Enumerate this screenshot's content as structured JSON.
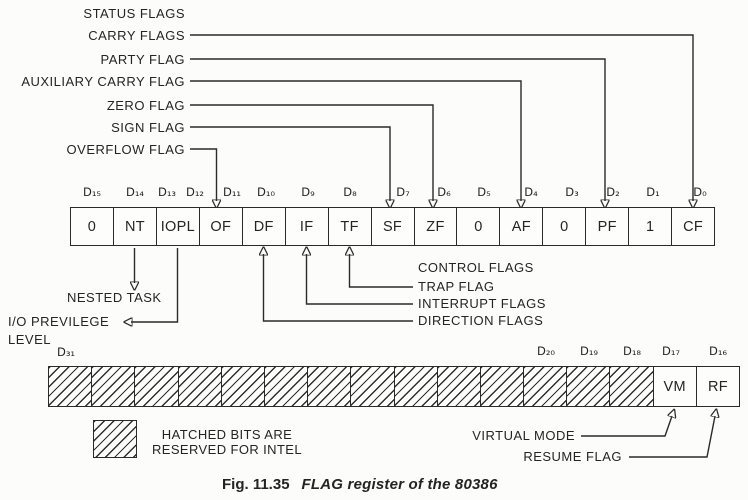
{
  "figure": {
    "fig_label": "Fig. 11.35",
    "fig_title": "FLAG register of the 80386"
  },
  "top_labels": {
    "status_flags": "STATUS FLAGS",
    "carry_flags": "CARRY FLAGS",
    "party_flag": "PARTY FLAG",
    "auxiliary_carry_flag": "AUXILIARY CARRY FLAG",
    "zero_flag": "ZERO FLAG",
    "sign_flag": "SIGN FLAG",
    "overflow_flag": "OVERFLOW FLAG"
  },
  "register16": {
    "bit_labels": [
      "D₁₅",
      "D₁₄",
      "D₁₃",
      "D₁₂",
      "D₁₁",
      "D₁₀",
      "D₉",
      "D₈",
      "D₇",
      "D₆",
      "D₅",
      "D₄",
      "D₃",
      "D₂",
      "D₁",
      "D₀"
    ],
    "cells": [
      "0",
      "NT",
      "IOPL",
      "OF",
      "DF",
      "IF",
      "TF",
      "SF",
      "ZF",
      "0",
      "AF",
      "0",
      "PF",
      "1",
      "CF"
    ]
  },
  "bottom_labels": {
    "nested_task": "NESTED TASK",
    "io_previlege_line1": "I/O PREVILEGE",
    "io_previlege_line2": "LEVEL",
    "control_flags": "CONTROL FLAGS",
    "trap_flag": "TRAP FLAG",
    "interrupt_flags": "INTERRUPT FLAGS",
    "direction_flags": "DIRECTION FLAGS"
  },
  "register32": {
    "bit_labels": [
      "D₃₁",
      "D₂₀",
      "D₁₉",
      "D₁₈",
      "D₁₇",
      "D₁₆"
    ],
    "cells": [
      "VM",
      "RF"
    ]
  },
  "legend": {
    "line1": "HATCHED BITS ARE",
    "line2": "RESERVED FOR INTEL"
  },
  "annotations": {
    "virtual_mode": "VIRTUAL MODE",
    "resume_flag": "RESUME FLAG"
  },
  "colors": {
    "ink": "#2a2a2a",
    "paper": "#fcfcfa"
  }
}
